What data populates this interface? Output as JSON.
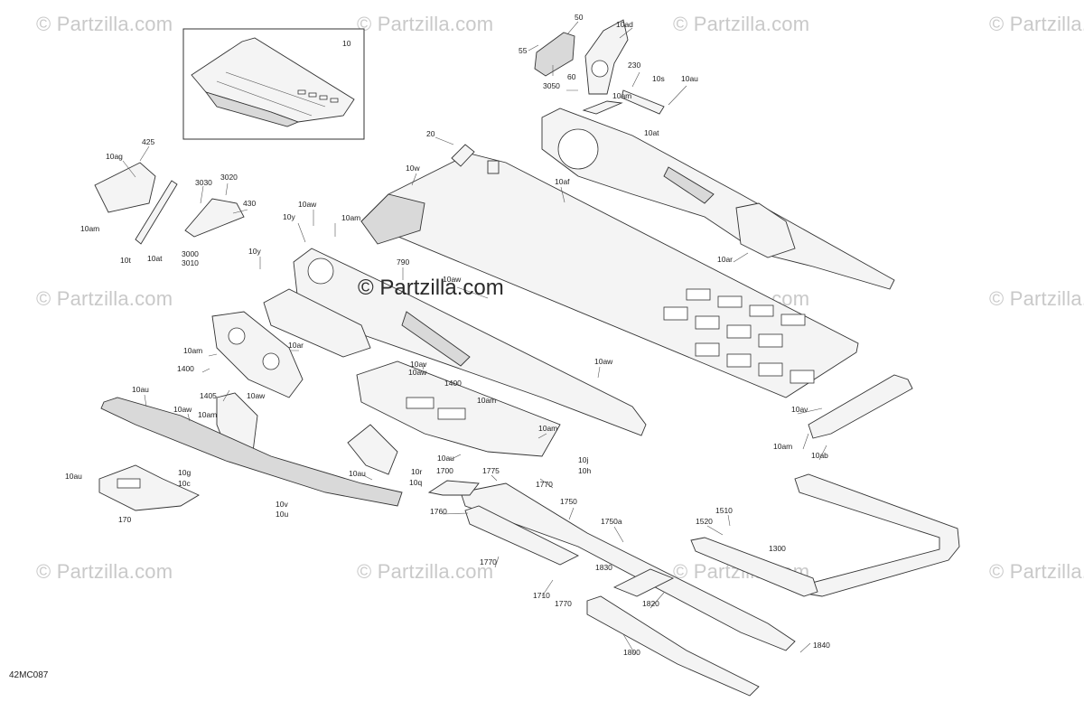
{
  "watermarks": [
    "© Partzilla.com"
  ],
  "center_watermark": "© Partzilla.com",
  "diagram_code": "42MC087",
  "inset_label": "10",
  "callouts": [
    "10",
    "50",
    "55",
    "60",
    "10ad",
    "230",
    "3050",
    "10am",
    "10s",
    "10au",
    "10at",
    "20",
    "10w",
    "10af",
    "425",
    "10ag",
    "3030",
    "3020",
    "430",
    "10am",
    "10t",
    "10at",
    "3000",
    "3010",
    "10aw",
    "10y",
    "10am",
    "10y",
    "790",
    "10aw",
    "10ar",
    "10am",
    "1400",
    "10ar",
    "10av",
    "1405",
    "10aw",
    "10aw",
    "1400",
    "10aw",
    "10am",
    "10au",
    "10aw",
    "10am",
    "10am",
    "10au",
    "10j",
    "10h",
    "10r",
    "10q",
    "10g",
    "10c",
    "10au",
    "170",
    "10au",
    "10v",
    "10u",
    "1700",
    "1775",
    "1770",
    "1760",
    "1750",
    "1750a",
    "1770",
    "1710",
    "1770",
    "1830",
    "1820",
    "1800",
    "1510",
    "1520",
    "1300",
    "1840",
    "10av",
    "10am",
    "10ab"
  ]
}
